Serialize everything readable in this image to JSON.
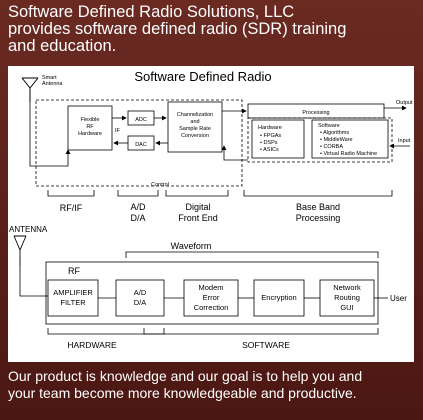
{
  "header": {
    "line1": "Software Defined Radio Solutions, LLC",
    "line2": "provides software defined radio (SDR) training",
    "line3": "and education."
  },
  "top_diagram": {
    "title": "Software Defined Radio",
    "smart_antenna": [
      "Smart",
      "Antenna"
    ],
    "rf_hardware": [
      "Flexible",
      "RF",
      "Hardware"
    ],
    "if_label": "IF",
    "adc": "ADC",
    "dac": "DAC",
    "channelization": [
      "Channelization",
      "and",
      "Sample Rate",
      "Conversion"
    ],
    "processing": "Processing",
    "output": "Output",
    "input": "Input",
    "hardware_title": "Hardware",
    "hardware_items": [
      "• FPGAs",
      "• DSPs",
      "• ASICs"
    ],
    "software_title": "Software",
    "software_items": [
      "• Algorithms",
      "• MiddleWare",
      "• CORBA",
      "• Virtual Radio Machine"
    ],
    "control": "Control",
    "rf_if": "RF/IF",
    "ad": "A/D",
    "da": "D/A",
    "digital_front_end": [
      "Digital",
      "Front End"
    ],
    "baseband": [
      "Base Band",
      "Processing"
    ]
  },
  "bottom_diagram": {
    "antenna": "ANTENNA",
    "waveform": "Waveform",
    "rf": "RF",
    "amplifier": [
      "AMPLIFIER",
      "FILTER"
    ],
    "ad": "A/D",
    "da": "D/A",
    "modem": [
      "Modem",
      "Error",
      "Correction"
    ],
    "encryption": "Encryption",
    "network": [
      "Network",
      "Routing",
      "GUI"
    ],
    "user": "User",
    "hardware": "HARDWARE",
    "software": "SOFTWARE"
  },
  "footer": {
    "line1": "Our product is knowledge and our goal is to help you and",
    "line2": "your team become more knowledgeable and productive."
  }
}
